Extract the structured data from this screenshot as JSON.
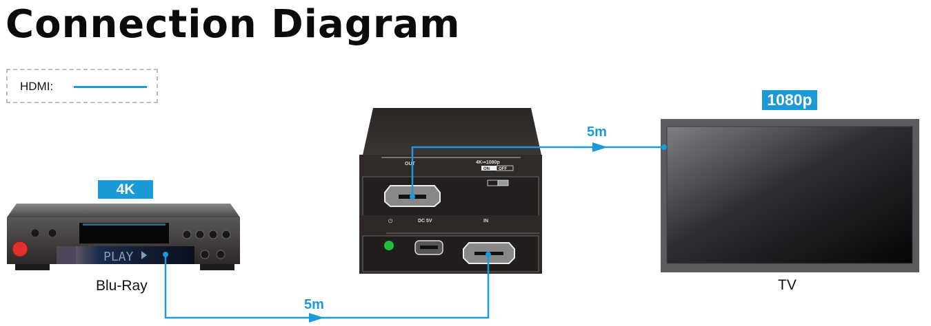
{
  "title": "Connection Diagram",
  "legend": {
    "label": "HDMI:",
    "line_color": "#1a9ad6"
  },
  "devices": {
    "source": {
      "name": "Blu-Ray",
      "badge": "4K",
      "display_text": "PLAY"
    },
    "converter": {
      "top_labels": {
        "out": "OUT",
        "switch": "4K➞1080p",
        "switch_on": "ON",
        "switch_off": "OFF"
      },
      "bottom_labels": {
        "power": "⏻",
        "dc": "DC 5V",
        "in": "IN"
      }
    },
    "display": {
      "name": "TV",
      "badge": "1080p"
    }
  },
  "connections": [
    {
      "from": "Blu-Ray",
      "to": "converter IN",
      "type": "HDMI",
      "length": "5m"
    },
    {
      "from": "converter OUT",
      "to": "TV",
      "type": "HDMI",
      "length": "5m"
    }
  ],
  "colors": {
    "accent": "#1a9ad6",
    "led": "#1fbf3a",
    "power_button": "#e0312b"
  }
}
